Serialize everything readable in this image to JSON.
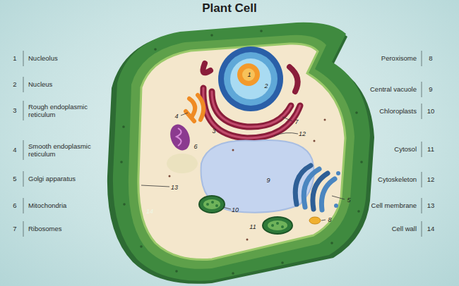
{
  "diagram": {
    "title": "Plant Cell",
    "labels": [
      "1",
      "Nucleolus",
      "2",
      "Nucleus",
      "3",
      "Rough endoplasmic reticulum",
      "4",
      "Smooth endoplasmic reticulum",
      "5",
      "Golgi apparatus",
      "6",
      "Mitochondria",
      "7",
      "Ribosomes",
      "Peroxisome",
      "8",
      "Central vacuole",
      "9",
      "Chloroplasts",
      "10",
      "Cytosol",
      "11",
      "Cytoskeleton",
      "12",
      "Cell membrane",
      "13",
      "Cell wall",
      "14",
      "1",
      "2",
      "3",
      "4",
      "5",
      "6",
      "7",
      "8",
      "9",
      "10",
      "11",
      "12",
      "13",
      "14"
    ]
  }
}
